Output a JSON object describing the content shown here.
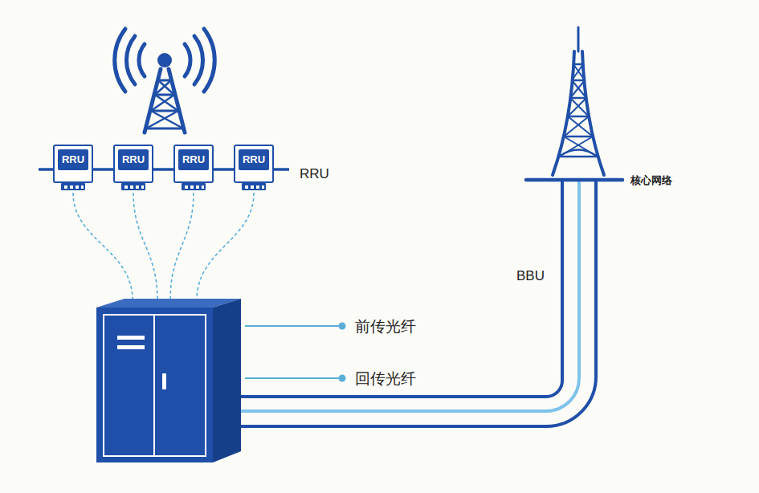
{
  "diagram": {
    "nodes": [
      {
        "text": [
          "RRU"
        ]
      },
      {
        "text": [
          "RRU"
        ]
      },
      {
        "text": [
          "RRU"
        ]
      },
      {
        "text": [
          "RRU"
        ]
      }
    ],
    "labels": [
      "RRU",
      "核心网络",
      "BBU",
      "前传光纤",
      "回传光纤"
    ]
  }
}
